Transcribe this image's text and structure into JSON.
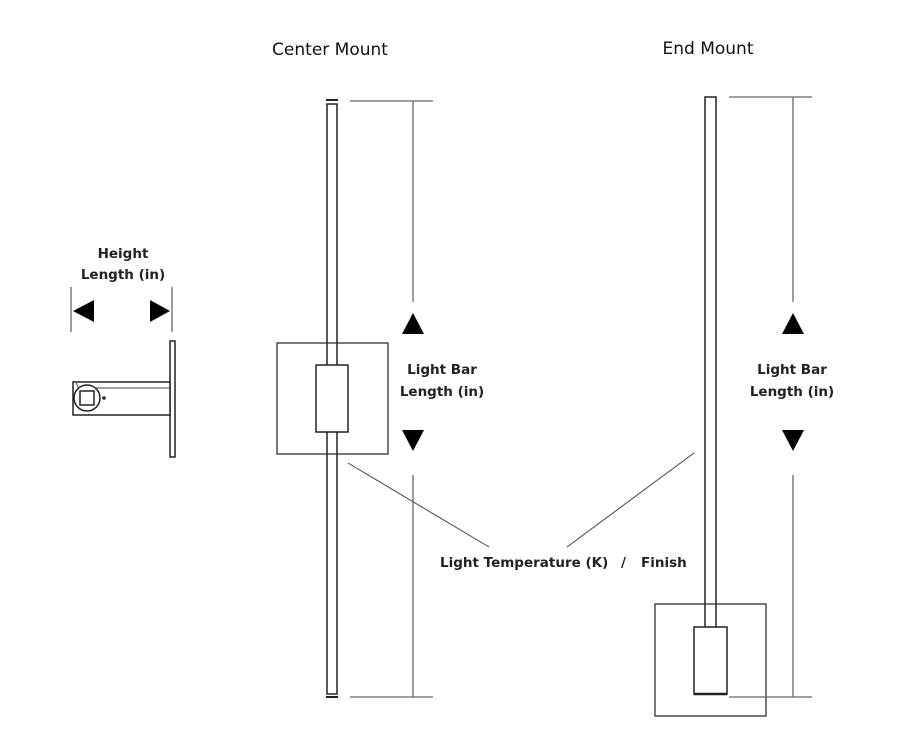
{
  "diagram": {
    "type": "technical-drawing",
    "subject": "Wall-mounted linear light bar dimension diagram",
    "side_view": {
      "label_line1": "Height",
      "label_line2": "Length (in)"
    },
    "center_mount": {
      "title": "Center Mount",
      "dimension_label_line1": "Light Bar",
      "dimension_label_line2": "Length (in)"
    },
    "end_mount": {
      "title": "End Mount",
      "dimension_label_line1": "Light Bar",
      "dimension_label_line2": "Length (in)"
    },
    "callout": {
      "text_part1": "Light Temperature (K)",
      "separator": "/",
      "text_part2": "Finish"
    },
    "colors": {
      "line": "#222222",
      "dimension_line": "#666666",
      "background": "#ffffff"
    }
  }
}
